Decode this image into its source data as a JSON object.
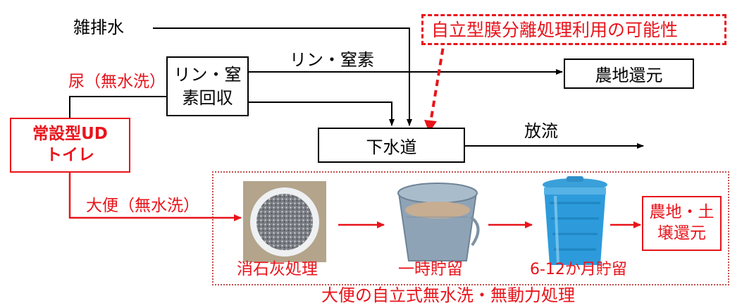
{
  "sources": {
    "greywater": "雑排水",
    "urine": "尿（無水洗）",
    "feces": "大便（無水洗）"
  },
  "nodes": {
    "toilet": [
      "常設型UD",
      "トイレ"
    ],
    "pn_recovery": [
      "リン・窒",
      "素回収"
    ],
    "sewer": "下水道",
    "farmland": "農地還元",
    "farm_soil": [
      "農地・土",
      "壌還元"
    ]
  },
  "edges": {
    "pn": "リン・窒素",
    "discharge": "放流"
  },
  "note_membrane": "自立型膜分離処理利用の可能性",
  "feces_process": {
    "steps": [
      "消石灰処理",
      "一時貯留",
      "6-12か月貯留"
    ],
    "title": "大便の自立式無水洗・無動力処理"
  },
  "colors": {
    "red": "#e8141b",
    "black": "#000000"
  },
  "icons": [
    "lime-bowl-photo",
    "bucket-photo",
    "bin-photo"
  ]
}
